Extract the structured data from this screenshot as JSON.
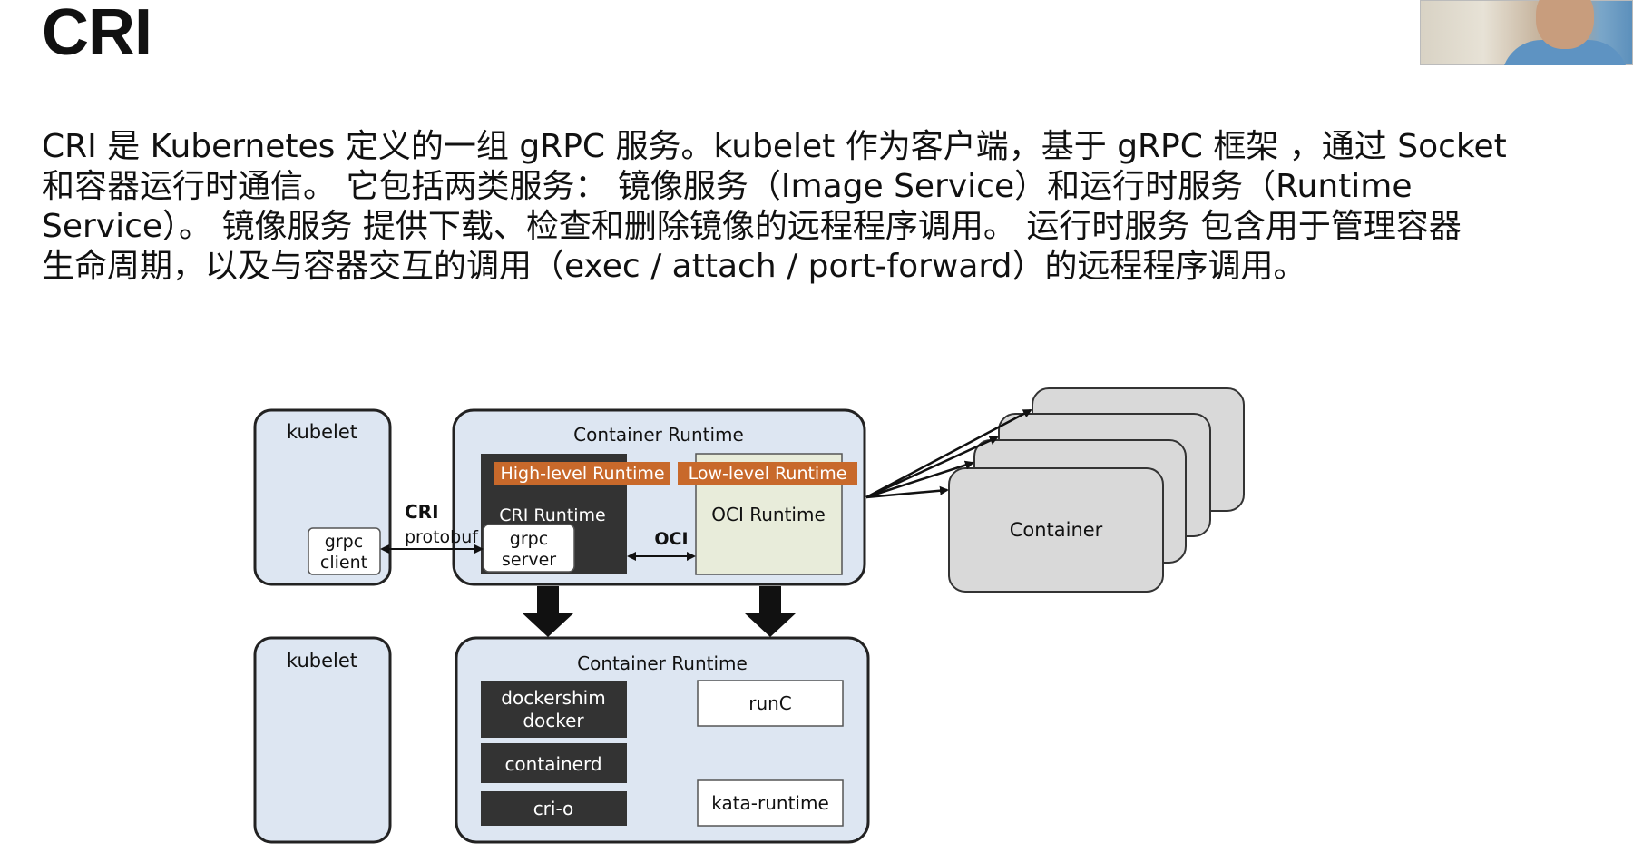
{
  "slide": {
    "title": "CRI",
    "description_lines": [
      "CRI 是 Kubernetes 定义的一组 gRPC 服务。kubelet 作为客户端，基于 gRPC 框架 ，通过 Socket",
      "和容器运行时通信。 它包括两类服务： 镜像服务（Image Service）和运行时服务（Runtime",
      "Service）。 镜像服务 提供下载、检查和删除镜像的远程程序调用。 运行时服务 包含用于管理容器",
      "生命周期，以及与容器交互的调用（exec / attach / port-forward）的远程程序调用。"
    ]
  },
  "diagram": {
    "top": {
      "kubelet_label": "kubelet",
      "grpc_client_line1": "grpc",
      "grpc_client_line2": "client",
      "cri_label": "CRI",
      "protobuf_label": "protobuf",
      "container_runtime_title": "Container Runtime",
      "high_level_runtime": "High-level Runtime",
      "low_level_runtime": "Low-level Runtime",
      "cri_runtime": "CRI Runtime",
      "grpc_server_line1": "grpc",
      "grpc_server_line2": "server",
      "oci_label": "OCI",
      "oci_runtime": "OCI Runtime",
      "container_label": "Container"
    },
    "bottom": {
      "kubelet_label": "kubelet",
      "container_runtime_title": "Container Runtime",
      "dockershim_line1": "dockershim",
      "dockershim_line2": "docker",
      "containerd": "containerd",
      "cri_o": "cri-o",
      "runc": "runC",
      "kata_runtime": "kata-runtime"
    }
  },
  "colors": {
    "panel_fill": "#dde6f2",
    "dark_box": "#333333",
    "orange_banner": "#c8692b",
    "oci_box_fill": "#e8ecda",
    "container_fill": "#d9d9d9"
  }
}
